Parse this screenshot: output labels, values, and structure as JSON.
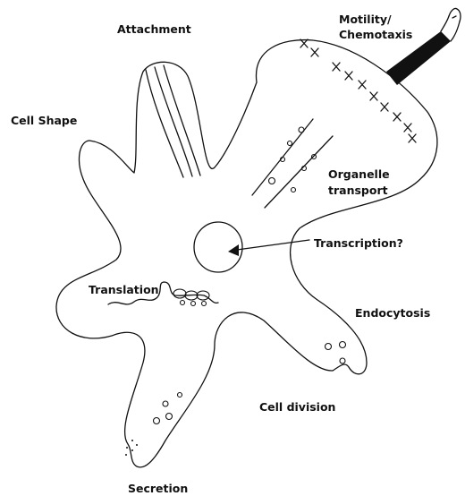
{
  "labels": {
    "attachment": "Attachment",
    "motility_line1": "Motility/",
    "motility_line2": "Chemotaxis",
    "cell_shape": "Cell Shape",
    "organelle_line1": "Organelle",
    "organelle_line2": "transport",
    "transcription": "Transcription?",
    "translation": "Translation",
    "endocytosis": "Endocytosis",
    "cell_division": "Cell division",
    "secretion": "Secretion"
  },
  "colors": {
    "ink": "#111111",
    "background": "#ffffff"
  },
  "icons": {
    "pointer": "hand-pointer-icon"
  }
}
